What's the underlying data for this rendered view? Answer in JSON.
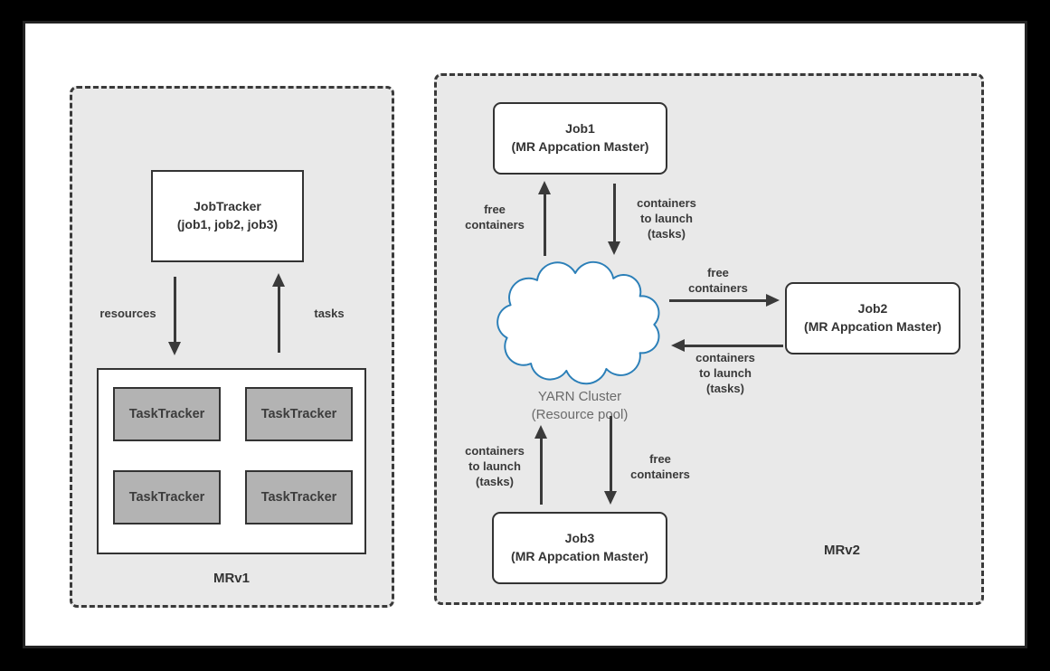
{
  "mrv1": {
    "label": "MRv1",
    "jobtracker": {
      "title": "JobTracker",
      "subtitle": "(job1, job2, job3)"
    },
    "resources_label": "resources",
    "tasks_label": "tasks",
    "tasktrackers": [
      "TaskTracker",
      "TaskTracker",
      "TaskTracker",
      "TaskTracker"
    ]
  },
  "mrv2": {
    "label": "MRv2",
    "jobs": {
      "job1": {
        "title": "Job1",
        "subtitle": "(MR Appcation Master)"
      },
      "job2": {
        "title": "Job2",
        "subtitle": "(MR Appcation Master)"
      },
      "job3": {
        "title": "Job3",
        "subtitle": "(MR Appcation Master)"
      }
    },
    "cloud": {
      "title": "YARN Cluster",
      "subtitle": "(Resource pool)"
    },
    "labels": {
      "free_containers": "free\ncontainers",
      "containers_to_launch": "containers\nto launch\n(tasks)"
    }
  },
  "colors": {
    "background": "#000000",
    "page_bg": "#ffffff",
    "panel_bg": "#e9e9e9",
    "dashed_border": "#3a3a3a",
    "box_border": "#333333",
    "tasktracker_bg": "#b3b3b3",
    "arrow": "#3a3a3a",
    "cloud_stroke": "#2b7fb8",
    "text": "#333333",
    "cloud_label_text": "#6b6b6b"
  }
}
